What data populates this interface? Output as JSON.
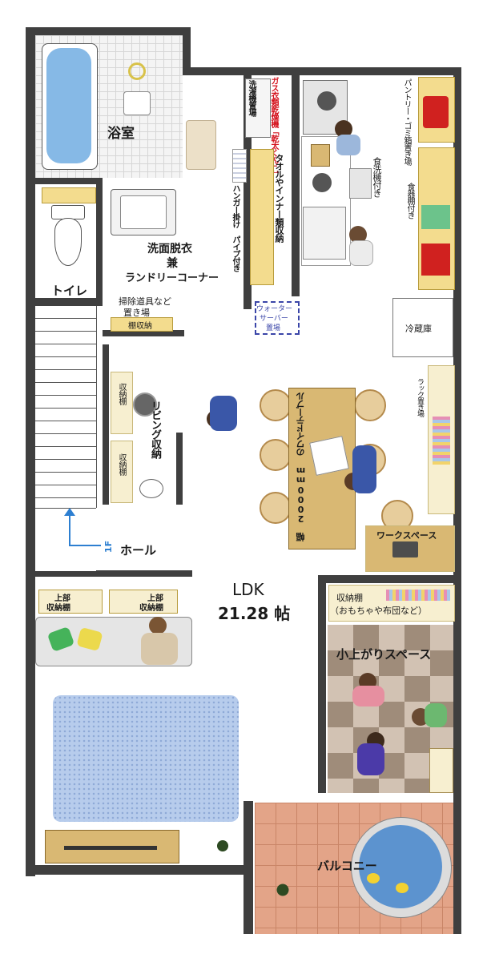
{
  "rooms": {
    "bathroom": "浴室",
    "toilet": "トイレ",
    "washroom": [
      "洗面脱衣",
      "兼",
      "ランドリーコーナー"
    ],
    "cleaning_storage": [
      "掃除道具など",
      "置き場"
    ],
    "shelf_storage": "棚収納",
    "living_storage": "リビング収納",
    "storage_shelf_1": "収納棚",
    "storage_shelf_2": "収納棚",
    "hall": "ホール",
    "floor_1f": "1F",
    "ldk_name": "LDK",
    "ldk_size": "21.28 帖",
    "upper_shelf_left": [
      "上部",
      "収納棚"
    ],
    "upper_shelf_right": [
      "上部",
      "収納棚"
    ],
    "kids_storage": [
      "収納棚",
      "（おもちゃや布団など）"
    ],
    "raised_space": "小上がりスペース",
    "balcony": "バルコニー",
    "fridge": "冷蔵庫",
    "work_space": "ワークスペース",
    "rack_space": "ラック置き場",
    "wide_table": "幅 2000mm のワイドテーブル",
    "water_server": [
      "ウォーター",
      "サーバー",
      "置場"
    ],
    "towel_storage": "タオルやインナー類収納",
    "hanger_pipe": "ハンガー掛け パイプ付き",
    "dryer_label": "ガス衣類乾燥機「乾太くん」付き",
    "washer_label": "洗濯機置場",
    "dishwasher": "食洗機付き",
    "dish_shelf": "食器棚付き",
    "pantry": "パントリー・ゴミ箱置き場"
  },
  "colors": {
    "wall": "#3f3f3f",
    "wood": "#d9b873",
    "shelf": "#f3dc8e",
    "dryer_text": "#d4121d",
    "water_border": "#3a45a8",
    "balcony_tile": "#e3a488",
    "pool": "#5c93cf",
    "rug": "#b7ccec",
    "checker_a": "#9f8c7a",
    "checker_b": "#d2c2b3"
  }
}
